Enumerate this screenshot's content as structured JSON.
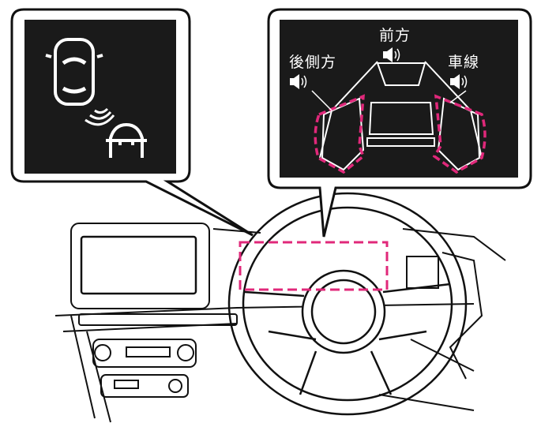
{
  "colors": {
    "highlight": "#e0287a",
    "panel": "#1a1a1a",
    "line": "#111111"
  },
  "right_panel": {
    "front_label": "前方",
    "rear_side_label": "後側方",
    "lane_label": "車線"
  },
  "icons": [
    "car-top-view-icon",
    "sensor-wave-icon",
    "car-front-icon",
    "speaker-icon"
  ]
}
